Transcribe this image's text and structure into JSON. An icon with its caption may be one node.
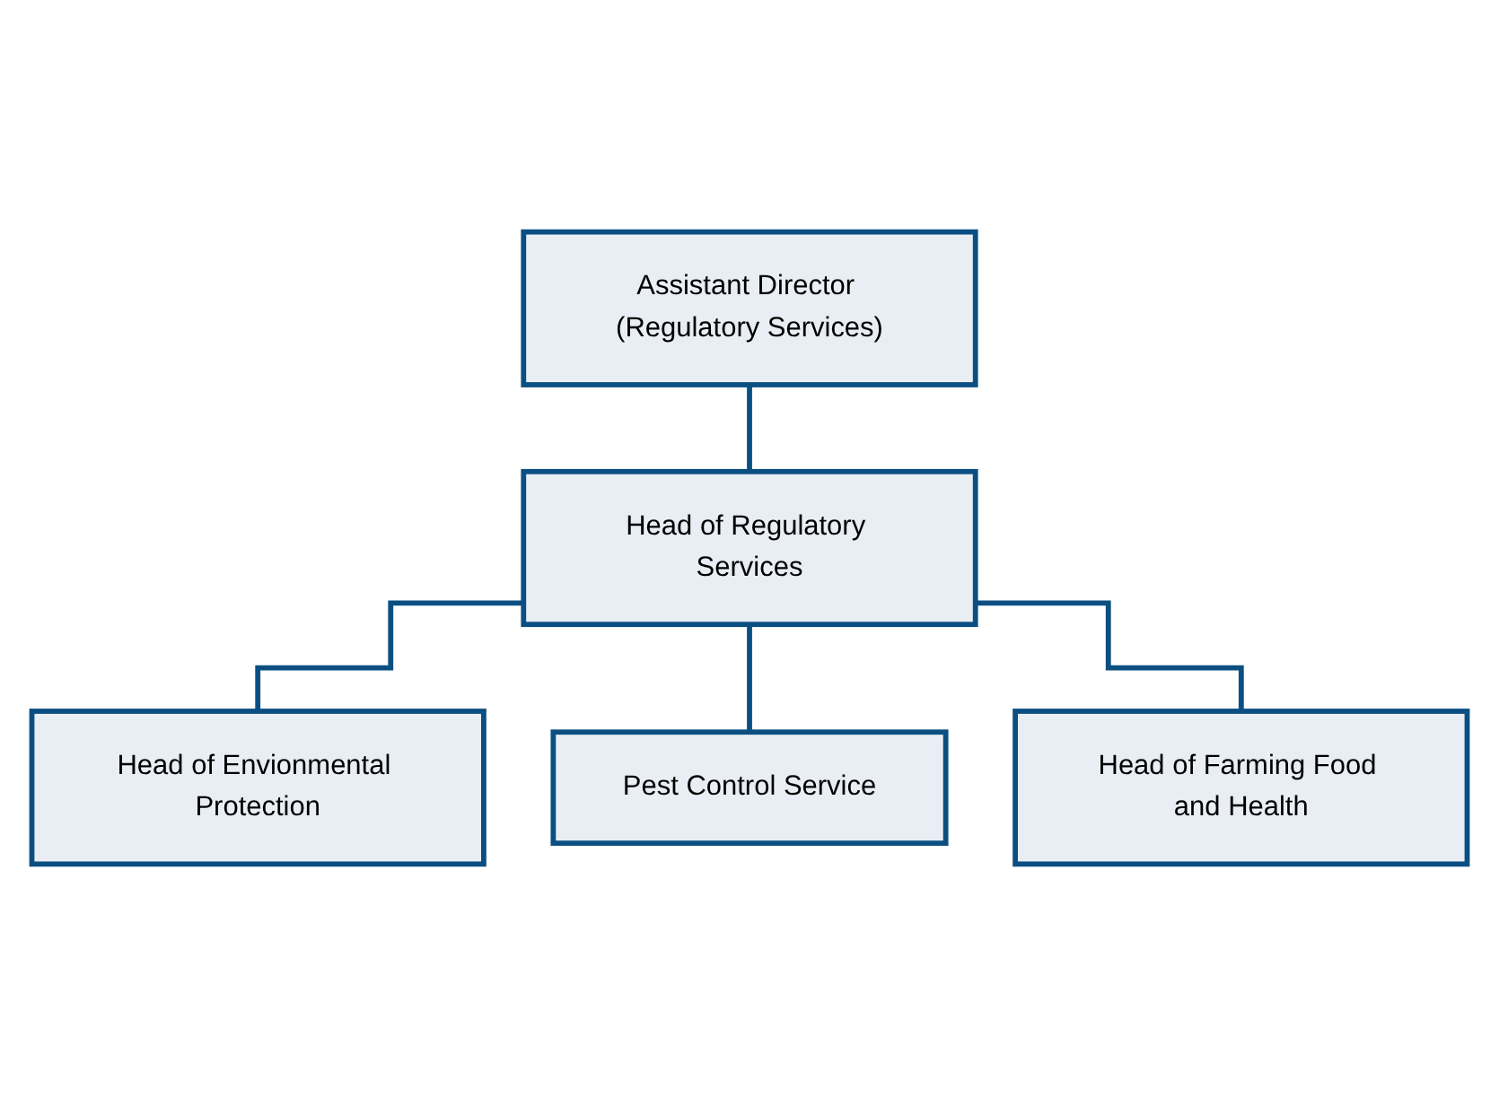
{
  "diagram": {
    "nodes": [
      {
        "text": [
          "Assistant Director (Regulatory Services)"
        ]
      },
      {
        "text": [
          "Head of Regulatory Services"
        ]
      },
      {
        "text": [
          "Head of Envionmental Protection"
        ]
      },
      {
        "text": [
          "Pest Control Service"
        ]
      },
      {
        "text": [
          "Head of Farming Food and Health"
        ]
      }
    ],
    "edges": [
      {
        "from": 0,
        "to": 1,
        "arrow": "none"
      },
      {
        "from": 1,
        "to": 2,
        "arrow": "none"
      },
      {
        "from": 1,
        "to": 3,
        "arrow": "none"
      },
      {
        "from": 1,
        "to": 4,
        "arrow": "none"
      }
    ]
  }
}
